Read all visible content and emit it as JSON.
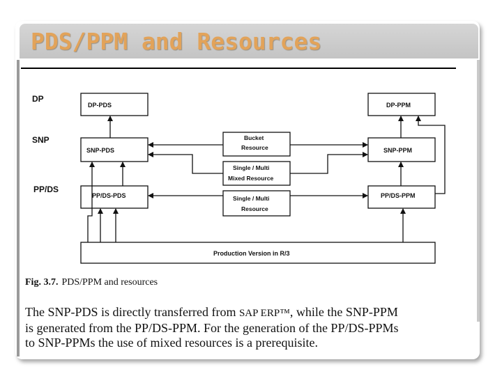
{
  "slide": {
    "title": "PDS/PPM and Resources"
  },
  "diagram": {
    "levels": {
      "dp": "DP",
      "snp": "SNP",
      "ppds": "PP/DS"
    },
    "boxes": {
      "dp_pds": "DP-PDS",
      "snp_pds": "SNP-PDS",
      "ppds_pds": "PP/DS-PDS",
      "dp_ppm": "DP-PPM",
      "snp_ppm": "SNP-PPM",
      "ppds_ppm": "PP/DS-PPM",
      "bucket_line1": "Bucket",
      "bucket_line2": "Resource",
      "mixed_line1": "Single / Multi",
      "mixed_line2": "Mixed Resource",
      "single_line1": "Single / Multi",
      "single_line2": "Resource",
      "production_version": "Production Version in R/3"
    }
  },
  "caption": {
    "label": "Fig. 3.7.",
    "text": "PDS/PPM and resources"
  },
  "body": {
    "line1_a": "The SNP-PDS is directly transferred from ",
    "line1_sc": "SAP ERP™",
    "line1_b": ", while the SNP-PPM",
    "line2": "is generated from the PP/DS-PPM. For the generation of the PP/DS-PPMs",
    "line3": "to SNP-PPMs the use of mixed resources is a prerequisite."
  },
  "colors": {
    "title": "#e2a35a",
    "title_bar": "#cccccc"
  }
}
